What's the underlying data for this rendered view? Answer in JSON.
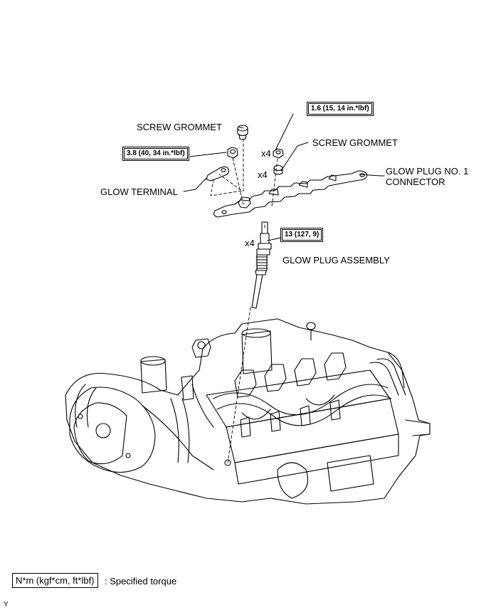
{
  "labels": {
    "screw_grommet_1": "SCREW GROMMET",
    "screw_grommet_2": "SCREW GROMMET",
    "glow_terminal": "GLOW TERMINAL",
    "connector_line1": "GLOW PLUG NO. 1",
    "connector_line2": "CONNECTOR",
    "glow_plug_assembly": "GLOW PLUG ASSEMBLY"
  },
  "torques": {
    "nut_connector": "1.6 (15, 14 in.*lbf)",
    "nut_terminal": "3.8 (40, 34 in.*lbf)",
    "glow_plug": "13 (127, 9)"
  },
  "quantities": {
    "nut_x4": "x4",
    "grommet_x4": "x4",
    "plug_x4": "x4"
  },
  "legend": {
    "unit_box": "N*m (kgf*cm, ft*lbf)",
    "description": ": Specified torque"
  },
  "corner_mark": "Y"
}
